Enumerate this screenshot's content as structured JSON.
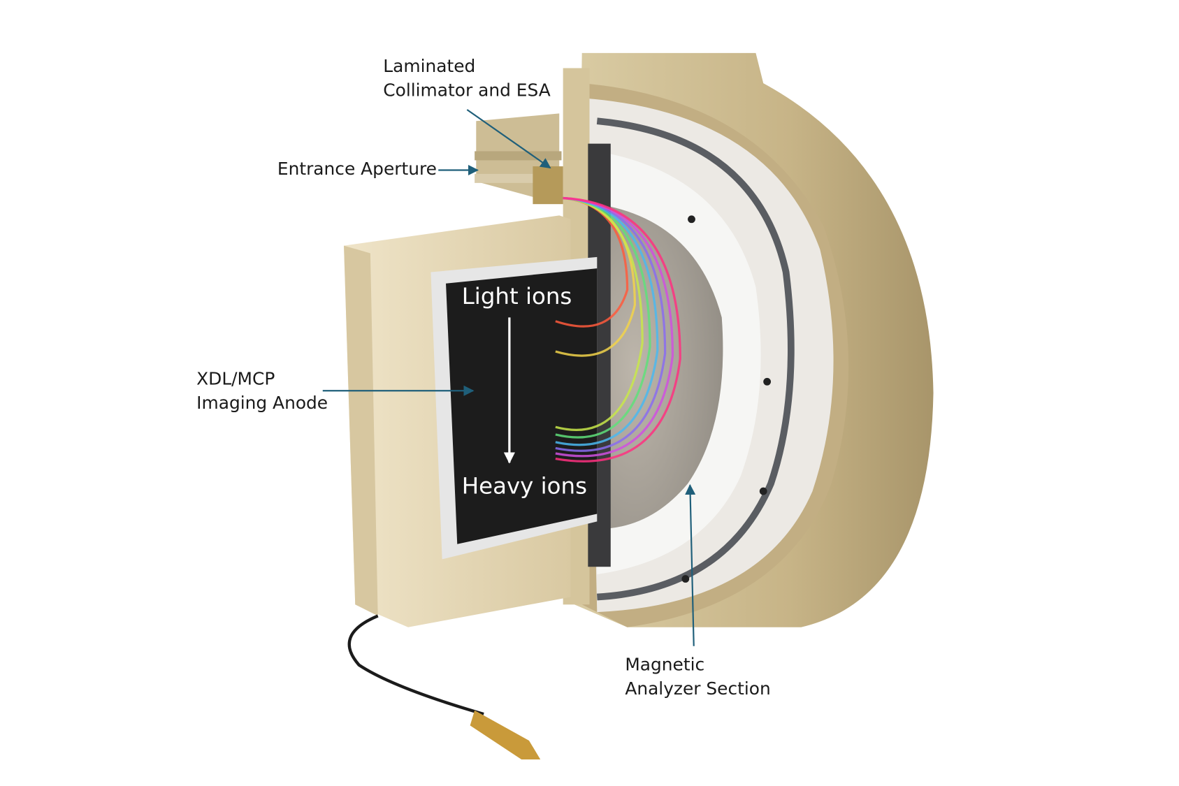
{
  "labels": {
    "collimator_line1": "Laminated",
    "collimator_line2": "Collimator and ESA",
    "entrance": "Entrance Aperture",
    "anode_line1": "XDL/MCP",
    "anode_line2": "Imaging Anode",
    "magnetic_line1": "Magnetic",
    "magnetic_line2": "Analyzer Section",
    "light_ions": "Light ions",
    "heavy_ions": "Heavy ions"
  },
  "colors": {
    "callout_arrow": "#1f5f7a",
    "housing_gold": "#c9b88f",
    "anode_black": "#1c1c1c",
    "frame_tan": "#e3d6b4"
  },
  "ion_track_colors": [
    "#ff5a3c",
    "#f2d34a",
    "#c8e84a",
    "#5fe07a",
    "#4ab8f0",
    "#8a6cf0",
    "#d050e0",
    "#ff3080"
  ]
}
